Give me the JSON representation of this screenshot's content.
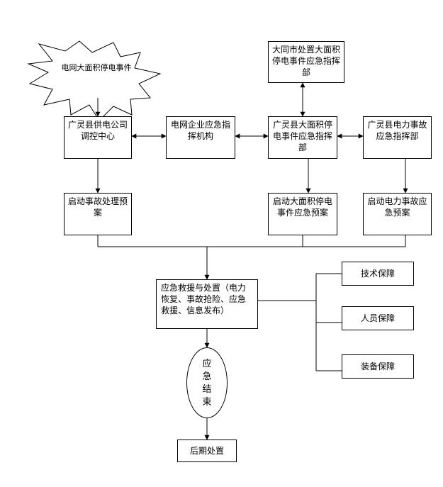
{
  "event": {
    "label": "电网大面积停电事件"
  },
  "datong_hq": {
    "label": "大同市处置大面积停电事件应急指挥部"
  },
  "dispatch_center": {
    "label": "广灵县供电公司调控中心"
  },
  "grid_enterprise": {
    "label": "电网企业应急指挥机构"
  },
  "county_hq": {
    "label": "广灵县大面积停电事件应急指挥部"
  },
  "power_accident_hq": {
    "label": "广灵县电力事故应急指挥部"
  },
  "accident_plan": {
    "label": "启动事故处理预案"
  },
  "blackout_plan": {
    "label": "启动大面积停电事件应急预案"
  },
  "power_plan": {
    "label": "启动电力事故应急预案"
  },
  "rescue": {
    "label": "应急救援与处置（电力恢复、事故抢险、应急救援、信息发布）"
  },
  "support": {
    "tech": "技术保障",
    "personnel": "人员保障",
    "equipment": "装备保障"
  },
  "end": {
    "label": "应急结束"
  },
  "aftermath": {
    "label": "后期处置"
  }
}
